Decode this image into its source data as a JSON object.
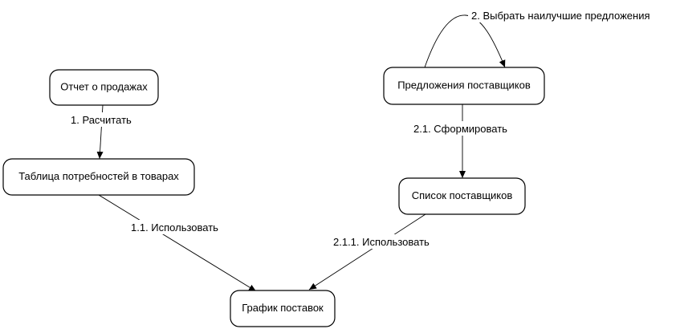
{
  "diagram": {
    "nodes": {
      "sales_report": "Отчет о продажах",
      "needs_table": "Таблица потребностей в товарах",
      "supplier_offers": "Предложения поставщиков",
      "supplier_list": "Список поставщиков",
      "delivery_schedule": "График поставок"
    },
    "edges": {
      "calc": "1. Расчитать",
      "use_table": "1.1. Использовать",
      "choose_best": "2. Выбрать наилучшие предложения",
      "form_list": "2.1. Сформировать",
      "use_list": "2.1.1. Использовать"
    },
    "colors": {
      "stroke": "#000000",
      "fill": "#ffffff",
      "text": "#000000"
    }
  }
}
